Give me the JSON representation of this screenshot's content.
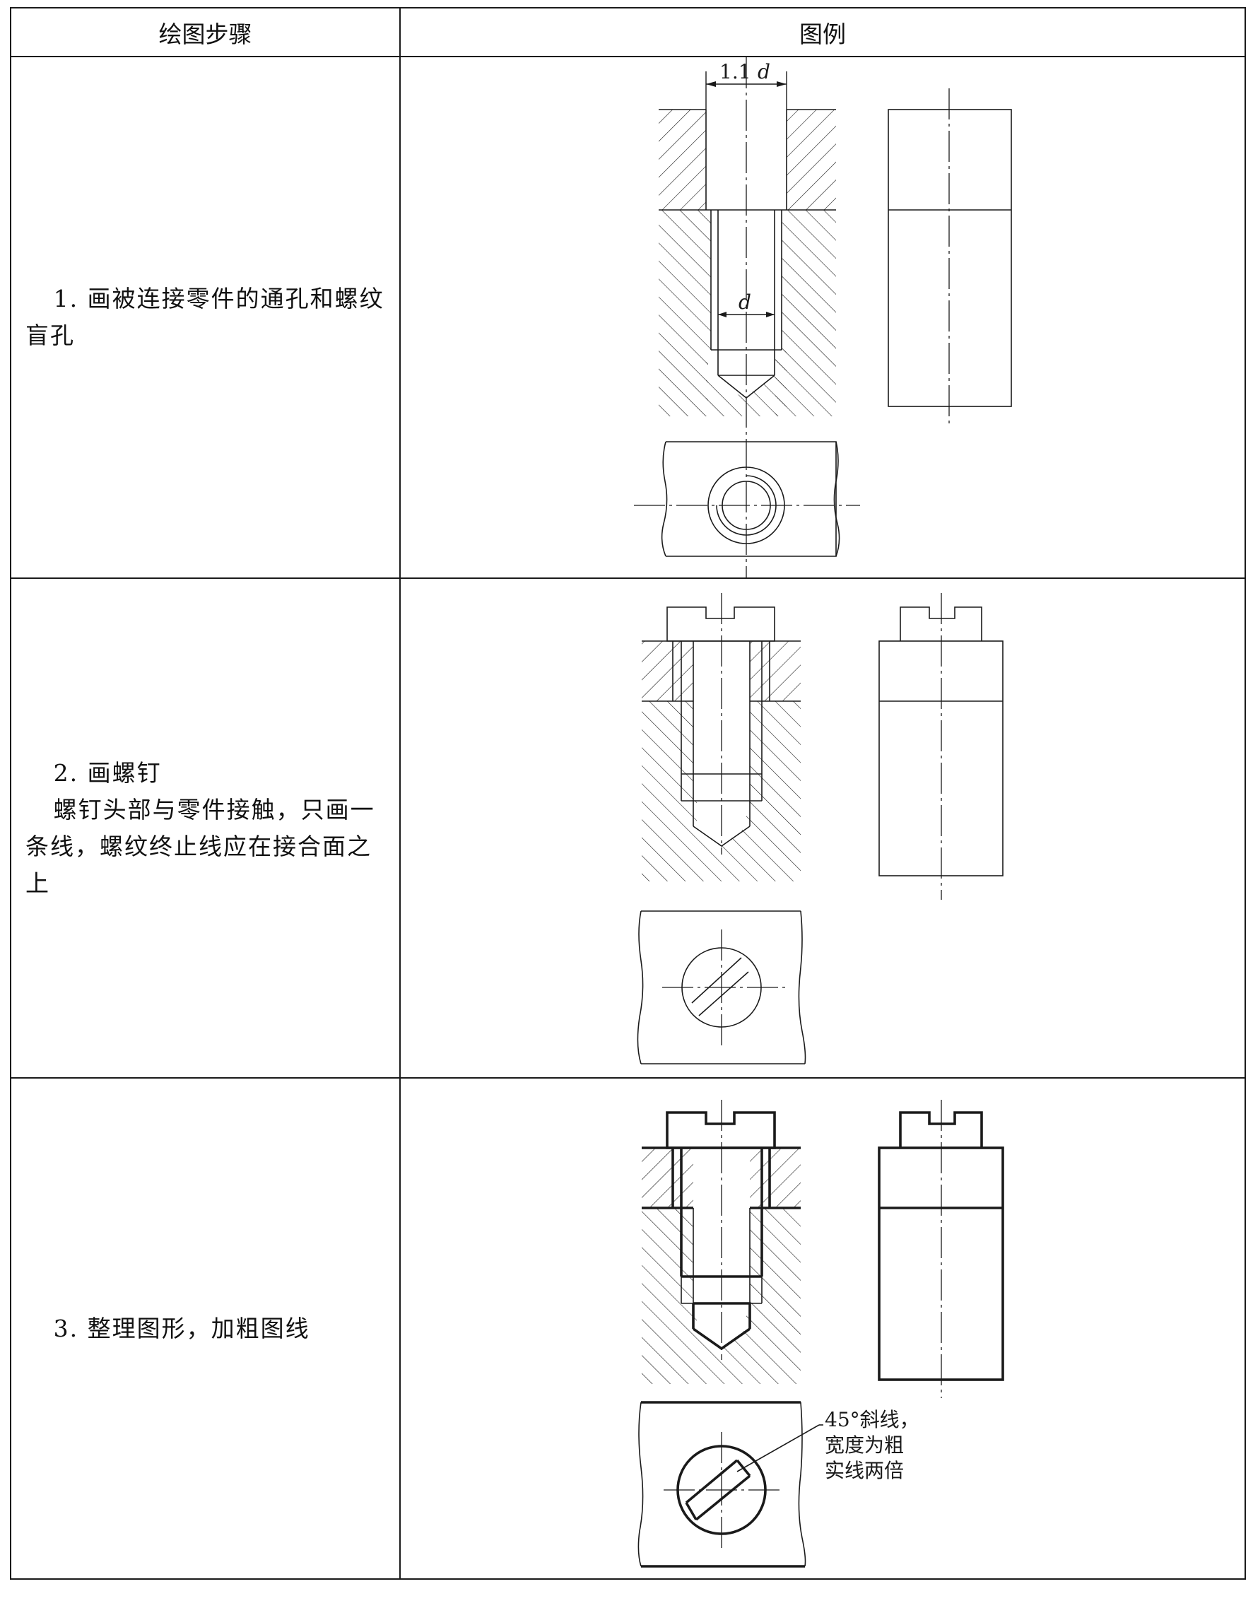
{
  "table": {
    "header_step": "绘图步骤",
    "header_example": "图例"
  },
  "rows": [
    {
      "title": "1. 画被连接零件的通孔和螺纹盲孔",
      "note": "",
      "dim_outer_prefix": "1.1",
      "dim_outer_var": "d",
      "dim_inner_var": "d"
    },
    {
      "title": "2. 画螺钉",
      "note": "螺钉头部与零件接触，只画一条线，螺纹终止线应在接合面之上"
    },
    {
      "title": "3. 整理图形，加粗图线",
      "note": "",
      "callout_line1": "45°斜线，",
      "callout_line2": "宽度为粗",
      "callout_line3": "实线两倍"
    }
  ]
}
